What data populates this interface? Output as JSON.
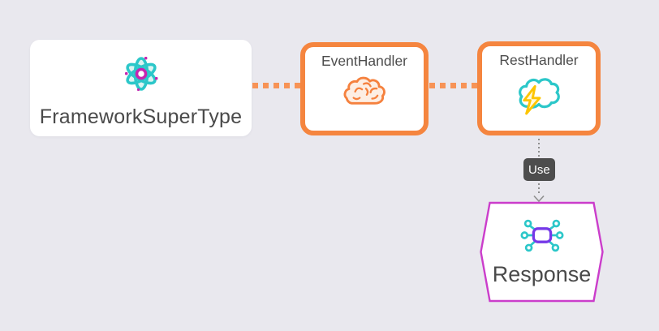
{
  "diagram": {
    "nodes": {
      "framework": {
        "label": "FrameworkSuperType",
        "icon": "atom-icon"
      },
      "event_handler": {
        "label": "EventHandler",
        "icon": "brain-icon"
      },
      "rest_handler": {
        "label": "RestHandler",
        "icon": "cloud-lightning-icon"
      },
      "response": {
        "label": "Response",
        "icon": "network-hub-icon"
      }
    },
    "edges": {
      "framework_to_event": {
        "style": "dotted-orange"
      },
      "event_to_rest": {
        "style": "dotted-orange"
      },
      "rest_to_response": {
        "style": "dotted-gray-arrow",
        "badge_label": "Use"
      }
    },
    "colors": {
      "background": "#e9e8ee",
      "handler_border_orange": "#f5853f",
      "connector_orange": "#f79356",
      "teal": "#2cc7c9",
      "magenta": "#c724b1",
      "response_border_magenta": "#cb3dcb",
      "hub_purple": "#7639e8",
      "bolt_yellow": "#fdc500",
      "brain_orange": "#f5813e",
      "text_dark": "#4a4a4a",
      "use_badge_bg": "#4d4d4d",
      "edge_gray": "#8f8f8f"
    }
  }
}
